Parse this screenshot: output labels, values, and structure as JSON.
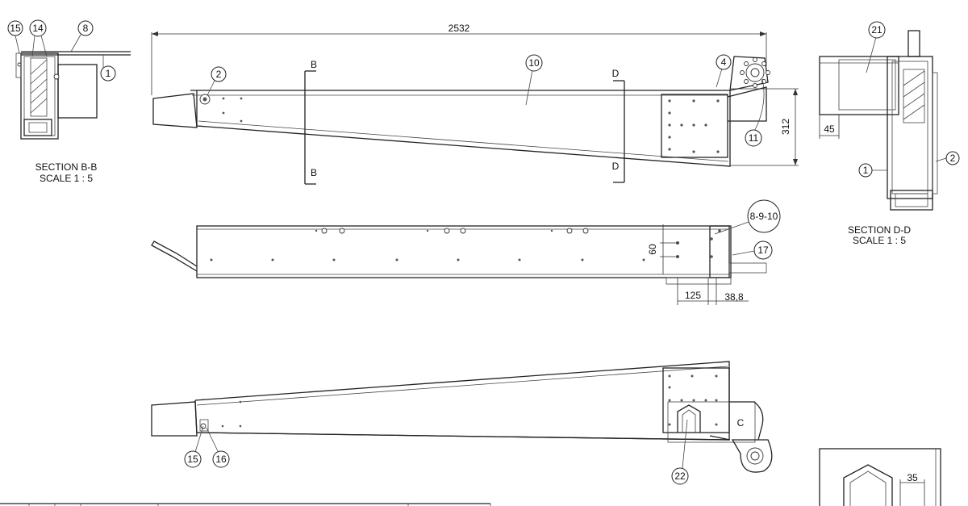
{
  "drawing": {
    "dimensions": {
      "overall_length": "2532",
      "height_end": "312",
      "hole_spacing": "60",
      "offset_125": "125",
      "offset_38_8": "38,8",
      "section_offset": "45",
      "detail_offset": "35"
    },
    "cut_letters": {
      "b": "B",
      "d": "D",
      "c": "C"
    },
    "sections": {
      "bb_title": "SECTION B-B",
      "bb_scale": "SCALE 1 : 5",
      "dd_title": "SECTION D-D",
      "dd_scale": "SCALE 1 : 5"
    },
    "balloons": {
      "b1": "1",
      "b2": "2",
      "b4": "4",
      "b8": "8",
      "b10": "10",
      "b11": "11",
      "b14": "14",
      "b15": "15",
      "b16": "16",
      "b17": "17",
      "b21": "21",
      "b22": "22",
      "b8910": "8-9-10"
    }
  }
}
